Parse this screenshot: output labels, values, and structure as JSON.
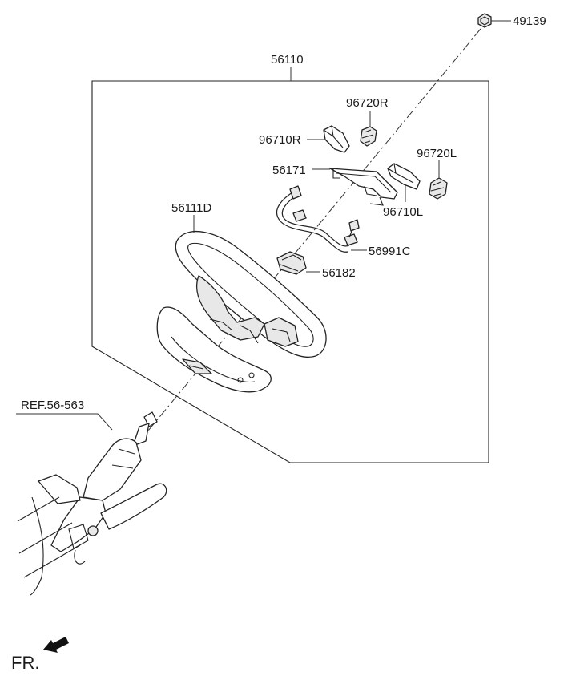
{
  "labels": {
    "part_49139": "49139",
    "part_56110": "56110",
    "part_96720R": "96720R",
    "part_96710R": "96710R",
    "part_56171": "56171",
    "part_96720L": "96720L",
    "part_56111D": "56111D",
    "part_96710L": "96710L",
    "part_56991C": "56991C",
    "part_56182": "56182",
    "ref_56563": "REF.56-563",
    "front_marker": "FR."
  },
  "colors": {
    "line": "#222222",
    "background": "#ffffff"
  },
  "icons": {
    "front_arrow": "arrow-down-left-icon"
  }
}
